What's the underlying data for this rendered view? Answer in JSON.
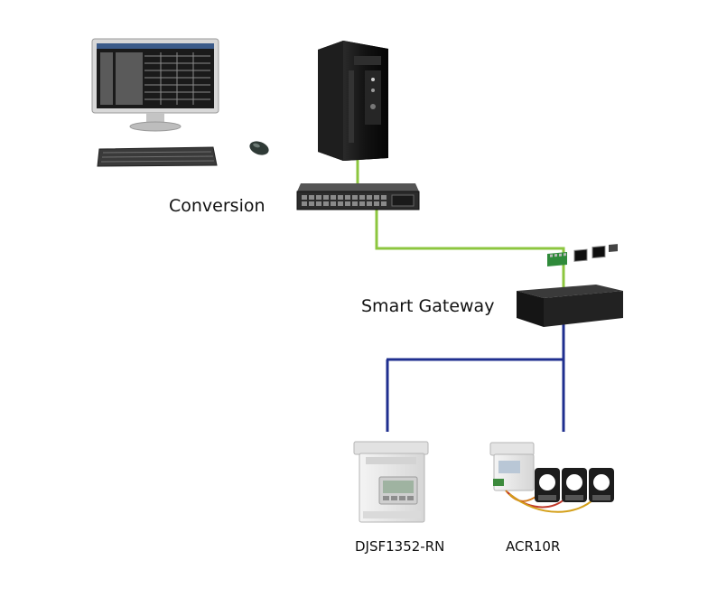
{
  "nodes": {
    "workstation": {
      "icon": "desktop-computer-icon"
    },
    "server": {
      "icon": "tower-server-icon"
    },
    "switch": {
      "label": "Conversion",
      "icon": "network-switch-icon"
    },
    "gateway": {
      "label": "Smart Gateway",
      "icon": "gateway-icon"
    },
    "meter_1": {
      "label": "DJSF1352-RN",
      "icon": "dc-meter-icon"
    },
    "meter_2": {
      "label": "ACR10R",
      "icon": "meter-with-current-transformers-icon"
    }
  },
  "colors": {
    "ethernet_link": "#8cc63f",
    "rs485_bus": "#1f2f8f",
    "device_body": "#1c1c1c",
    "meter_body": "#ececec"
  }
}
